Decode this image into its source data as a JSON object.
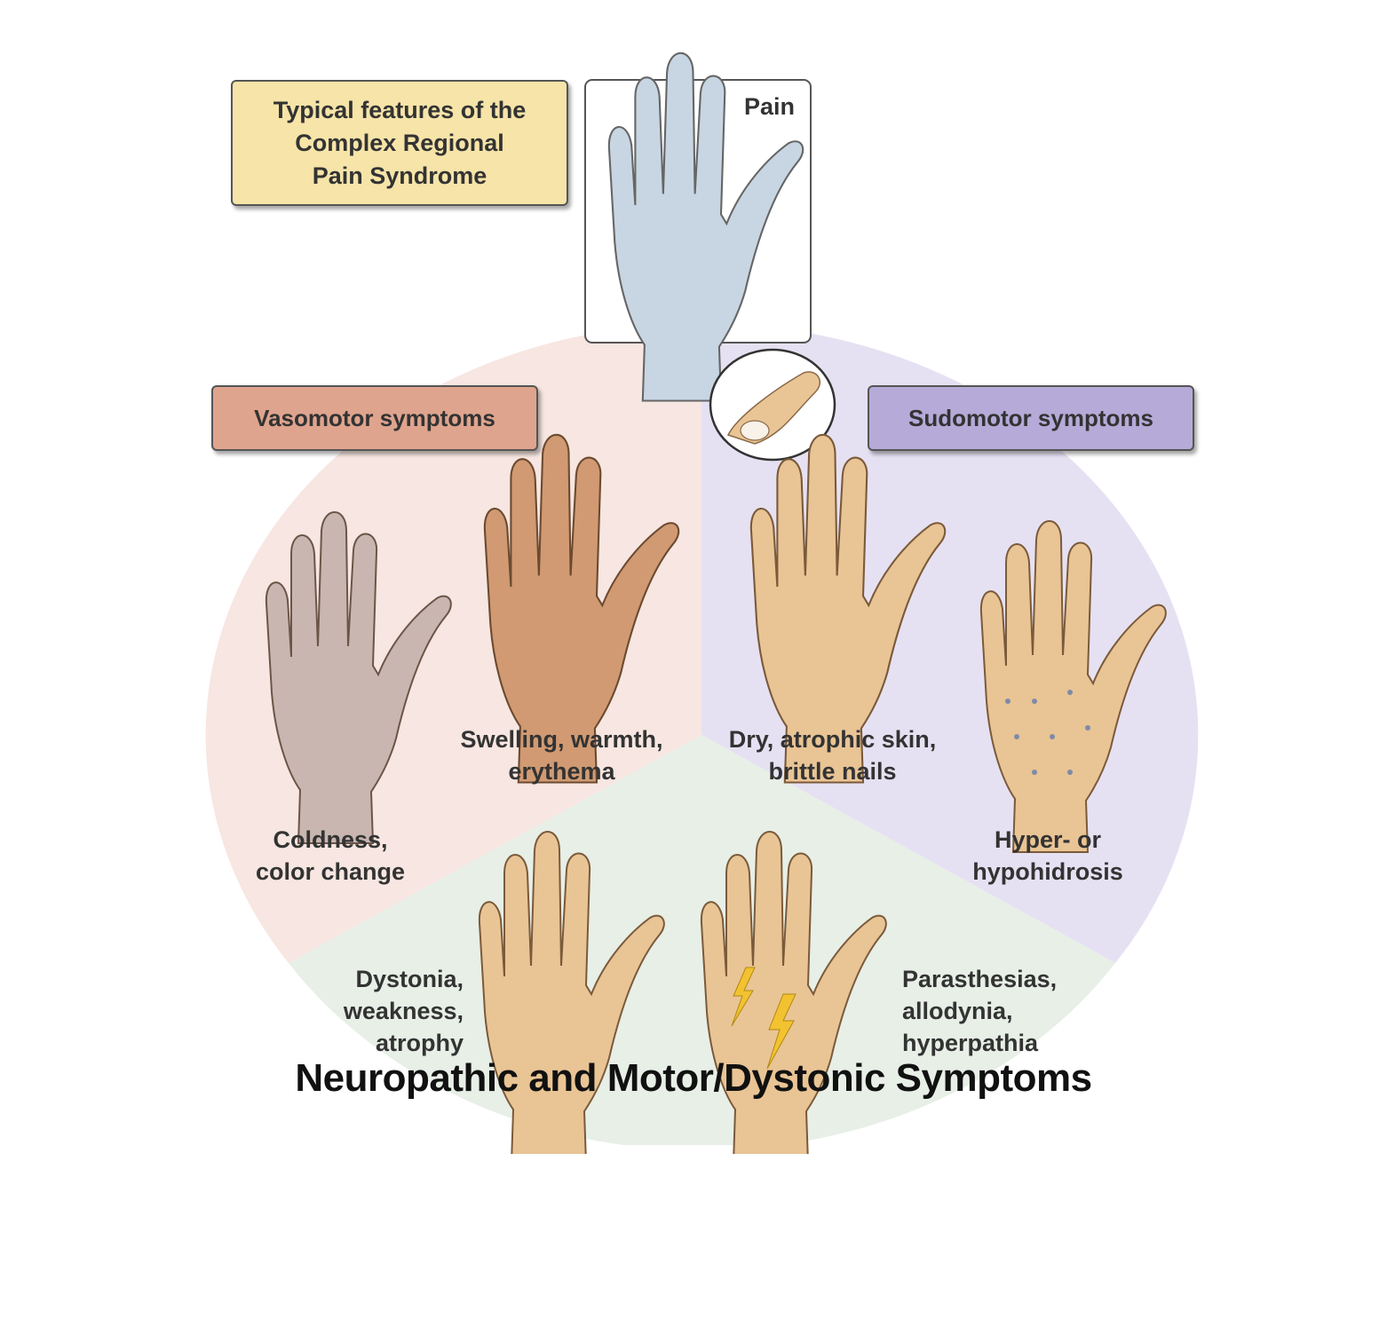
{
  "diagram": {
    "title": [
      "Typical features of the",
      "Complex Regional",
      "Pain Syndrome"
    ],
    "pain_label": "Pain",
    "sections": {
      "vasomotor": {
        "heading": "Vasomotor symptoms",
        "color": "#dfa48e",
        "sector_color": "#f7e6e1",
        "items": [
          {
            "label": [
              "Coldness,",
              "color change"
            ]
          },
          {
            "label": [
              "Swelling, warmth,",
              "erythema"
            ]
          }
        ]
      },
      "sudomotor": {
        "heading": "Sudomotor symptoms",
        "color": "#b6aad8",
        "sector_color": "#e6e1f2",
        "items": [
          {
            "label": [
              "Dry, atrophic skin,",
              "brittle nails"
            ]
          },
          {
            "label": [
              "Hyper- or",
              "hypohidrosis"
            ]
          }
        ]
      },
      "motor": {
        "sector_color": "#e7efe7",
        "items": [
          {
            "label": [
              "Dystonia,",
              "weakness,",
              "atrophy"
            ]
          },
          {
            "label": [
              "Parasthesias,",
              "allodynia,",
              "hyperpathia"
            ]
          }
        ]
      }
    },
    "title_box_color": "#f6e4a8",
    "pain_hand_color": "#c8d6e3",
    "skin_color": "#e9c495"
  },
  "caption": "Neuropathic and Motor/Dystonic Symptoms"
}
